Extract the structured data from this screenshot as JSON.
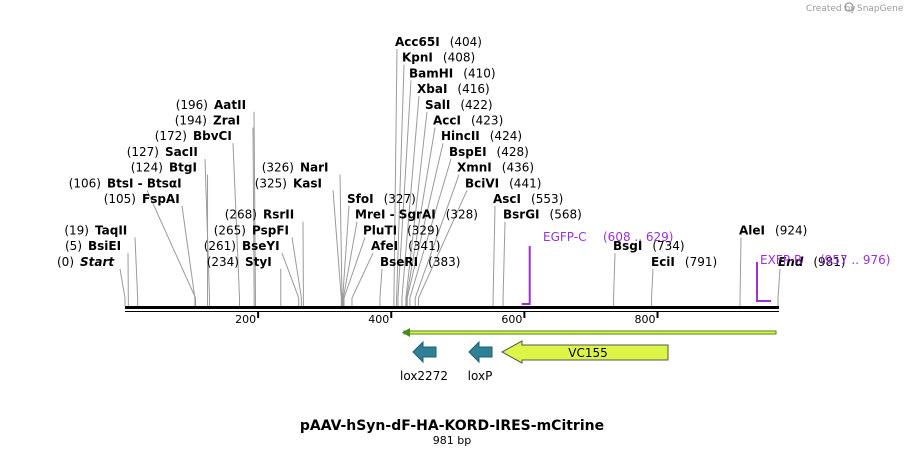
{
  "credit": {
    "prefix": "Created by",
    "brand": "SnapGene"
  },
  "plasmid": {
    "name": "pAAV-hSyn-dF-HA-KORD-IRES-mCitrine",
    "length_label": "981 bp",
    "length": 981
  },
  "axis": {
    "ticks": [
      200,
      400,
      600,
      800
    ]
  },
  "sites": [
    {
      "name": "Acc65I",
      "pos": "(404)",
      "cut": 404,
      "row": 0,
      "side": "right"
    },
    {
      "name": "KpnI",
      "pos": "(408)",
      "cut": 408,
      "row": 1,
      "side": "right"
    },
    {
      "name": "BamHI",
      "pos": "(410)",
      "cut": 410,
      "row": 2,
      "side": "right"
    },
    {
      "name": "XbaI",
      "pos": "(416)",
      "cut": 416,
      "row": 3,
      "side": "right"
    },
    {
      "name": "SalI",
      "pos": "(422)",
      "cut": 422,
      "row": 4,
      "side": "right"
    },
    {
      "name": "AccI",
      "pos": "(423)",
      "cut": 423,
      "row": 5,
      "side": "right"
    },
    {
      "name": "HincII",
      "pos": "(424)",
      "cut": 424,
      "row": 6,
      "side": "right"
    },
    {
      "name": "BspEI",
      "pos": "(428)",
      "cut": 428,
      "row": 7,
      "side": "right"
    },
    {
      "name": "XmnI",
      "pos": "(436)",
      "cut": 436,
      "row": 8,
      "side": "right"
    },
    {
      "name": "BciVI",
      "pos": "(441)",
      "cut": 441,
      "row": 9,
      "side": "right"
    },
    {
      "name": "AatII",
      "pos": "(196)",
      "cut": 196,
      "row": 4,
      "side": "left"
    },
    {
      "name": "ZraI",
      "pos": "(194)",
      "cut": 194,
      "row": 5,
      "side": "left"
    },
    {
      "name": "BbvCI",
      "pos": "(172)",
      "cut": 172,
      "row": 6,
      "side": "left"
    },
    {
      "name": "SacII",
      "pos": "(127)",
      "cut": 127,
      "row": 7,
      "side": "left"
    },
    {
      "name": "BtgI",
      "pos": "(124)",
      "cut": 124,
      "row": 8,
      "side": "left"
    },
    {
      "name": "BtsI - BtsαI",
      "pos": "(106)",
      "cut": 106,
      "row": 9,
      "side": "left"
    },
    {
      "name": "FspAI",
      "pos": "(105)",
      "cut": 105,
      "row": 10,
      "side": "left"
    },
    {
      "name": "TaqII",
      "pos": "(19)",
      "cut": 19,
      "row": 12,
      "side": "left"
    },
    {
      "name": "BsiEI",
      "pos": "(5)",
      "cut": 5,
      "row": 13,
      "side": "left"
    },
    {
      "name": "Start",
      "pos": "(0)",
      "cut": 0,
      "row": 14,
      "side": "left",
      "italic": true
    },
    {
      "name": "NarI",
      "pos": "(326)",
      "cut": 326,
      "row": 8,
      "side": "left"
    },
    {
      "name": "KasI",
      "pos": "(325)",
      "cut": 325,
      "row": 9,
      "side": "left"
    },
    {
      "name": "RsrII",
      "pos": "(268)",
      "cut": 268,
      "row": 11,
      "side": "left"
    },
    {
      "name": "PspFI",
      "pos": "(265)",
      "cut": 265,
      "row": 12,
      "side": "left"
    },
    {
      "name": "BseYI",
      "pos": "(261)",
      "cut": 261,
      "row": 13,
      "side": "left"
    },
    {
      "name": "StyI",
      "pos": "(234)",
      "cut": 234,
      "row": 14,
      "side": "left"
    },
    {
      "name": "SfoI",
      "pos": "(327)",
      "cut": 327,
      "row": 10,
      "side": "right"
    },
    {
      "name": "MreI - SgrAI",
      "pos": "(328)",
      "cut": 328,
      "row": 11,
      "side": "right"
    },
    {
      "name": "PluTI",
      "pos": "(329)",
      "cut": 329,
      "row": 12,
      "side": "right"
    },
    {
      "name": "AfeI",
      "pos": "(341)",
      "cut": 341,
      "row": 13,
      "side": "right"
    },
    {
      "name": "BseRI",
      "pos": "(383)",
      "cut": 383,
      "row": 14,
      "side": "right"
    },
    {
      "name": "AscI",
      "pos": "(553)",
      "cut": 553,
      "row": 10,
      "side": "right"
    },
    {
      "name": "BsrGI",
      "pos": "(568)",
      "cut": 568,
      "row": 11,
      "side": "right"
    },
    {
      "name": "BsgI",
      "pos": "(734)",
      "cut": 734,
      "row": 13,
      "side": "right"
    },
    {
      "name": "EciI",
      "pos": "(791)",
      "cut": 791,
      "row": 14,
      "side": "right"
    },
    {
      "name": "AleI",
      "pos": "(924)",
      "cut": 924,
      "row": 12,
      "side": "right"
    },
    {
      "name": "End",
      "pos": "(981)",
      "cut": 981,
      "row": 14,
      "side": "right",
      "italic": true
    }
  ],
  "primers": [
    {
      "name": "EGFP-C",
      "range": "(608 .. 629)",
      "start": 608,
      "end": 629
    },
    {
      "name": "EXFP-R",
      "range": "(957 .. 976)",
      "start": 957,
      "end": 976
    }
  ],
  "features": [
    {
      "name": "lox2272",
      "type": "small-arrow"
    },
    {
      "name": "loxP",
      "type": "small-arrow"
    },
    {
      "name": "VC155",
      "type": "big-arrow"
    }
  ],
  "colors": {
    "primer": "#9b30d9",
    "feature_arrow": "#2f7f97",
    "vc155": "#ddf545",
    "reverse_line": "#4a8a1a",
    "backbone": "#000000"
  }
}
